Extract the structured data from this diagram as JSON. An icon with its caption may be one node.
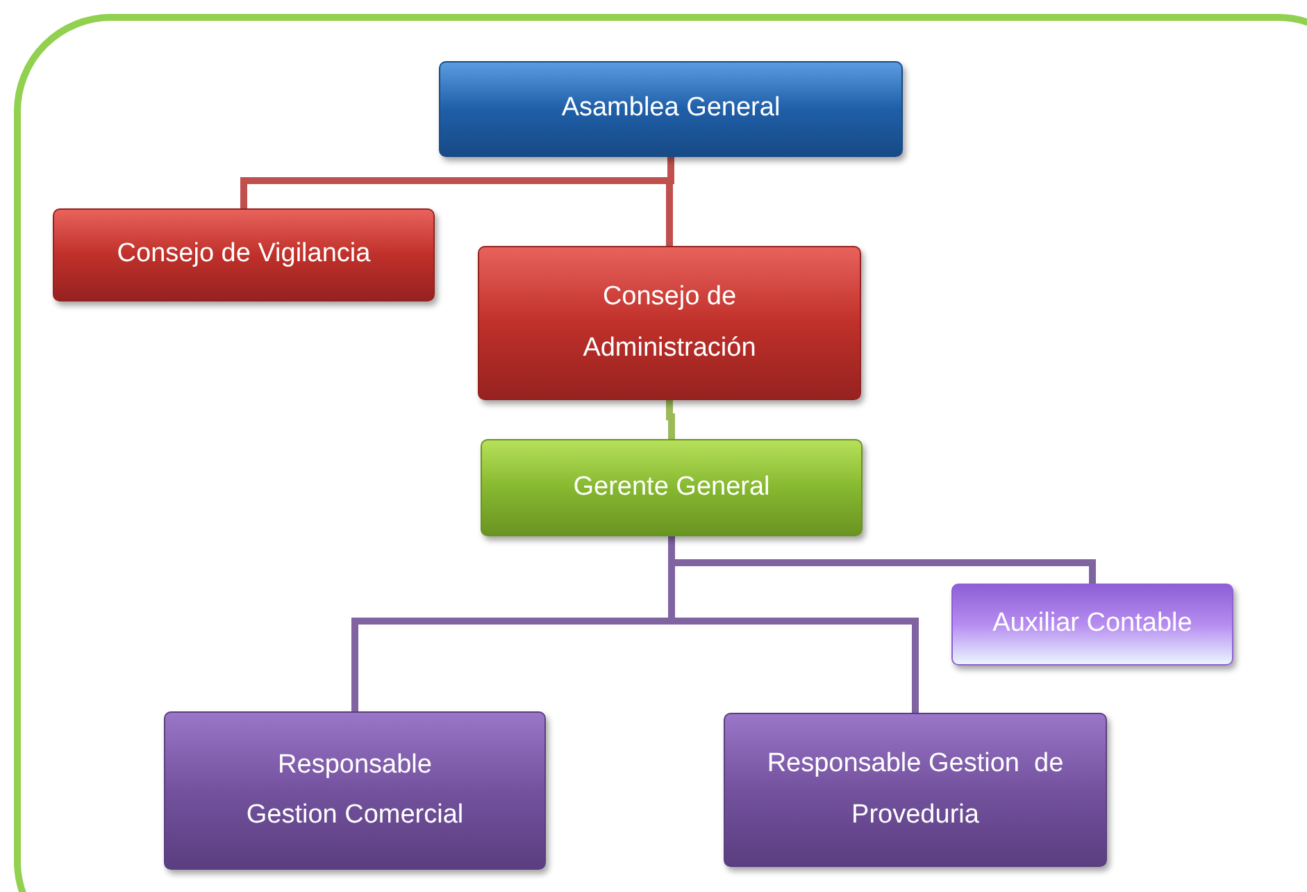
{
  "diagram": {
    "nodes": [
      {
        "text": [
          "Asamblea General"
        ]
      },
      {
        "text": [
          "Consejo de Vigilancia"
        ]
      },
      {
        "text": [
          "Consejo de Administración"
        ]
      },
      {
        "text": [
          "Gerente General"
        ]
      },
      {
        "text": [
          "Auxiliar Contable"
        ]
      },
      {
        "text": [
          "Responsable Gestion Comercial"
        ]
      },
      {
        "text": [
          "Responsable Gestion  de Proveduria"
        ]
      }
    ],
    "edges": [
      {
        "from": 0,
        "to": 1,
        "arrow": "none",
        "color": "#c0504d"
      },
      {
        "from": 0,
        "to": 2,
        "arrow": "none",
        "color": "#c0504d"
      },
      {
        "from": 2,
        "to": 3,
        "arrow": "none",
        "color": "#9bbb59"
      },
      {
        "from": 3,
        "to": 4,
        "arrow": "none"
      },
      {
        "from": 3,
        "to": 5,
        "arrow": "none"
      },
      {
        "from": 3,
        "to": 6,
        "arrow": "none"
      }
    ]
  }
}
